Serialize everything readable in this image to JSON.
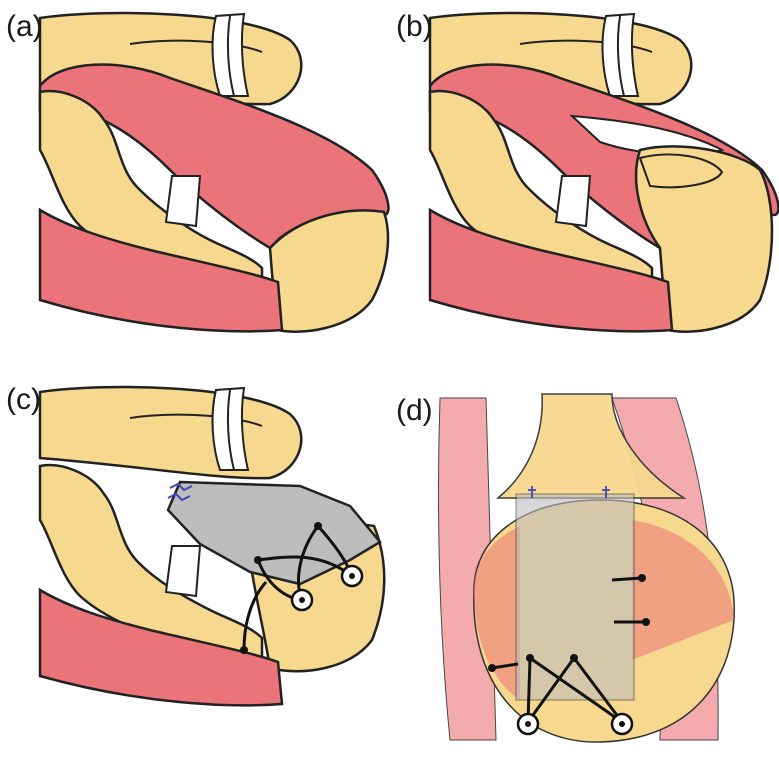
{
  "panels": {
    "a": {
      "label": "(a)"
    },
    "b": {
      "label": "(b)"
    },
    "c": {
      "label": "(c)"
    },
    "d": {
      "label": "(d)"
    }
  },
  "colors": {
    "bone": "#f7d88f",
    "tissue": "#ea7479",
    "graft": "#bdbdbd",
    "suture": "#111111",
    "anchor_mark": "#3b49b8",
    "outline": "#222222"
  }
}
